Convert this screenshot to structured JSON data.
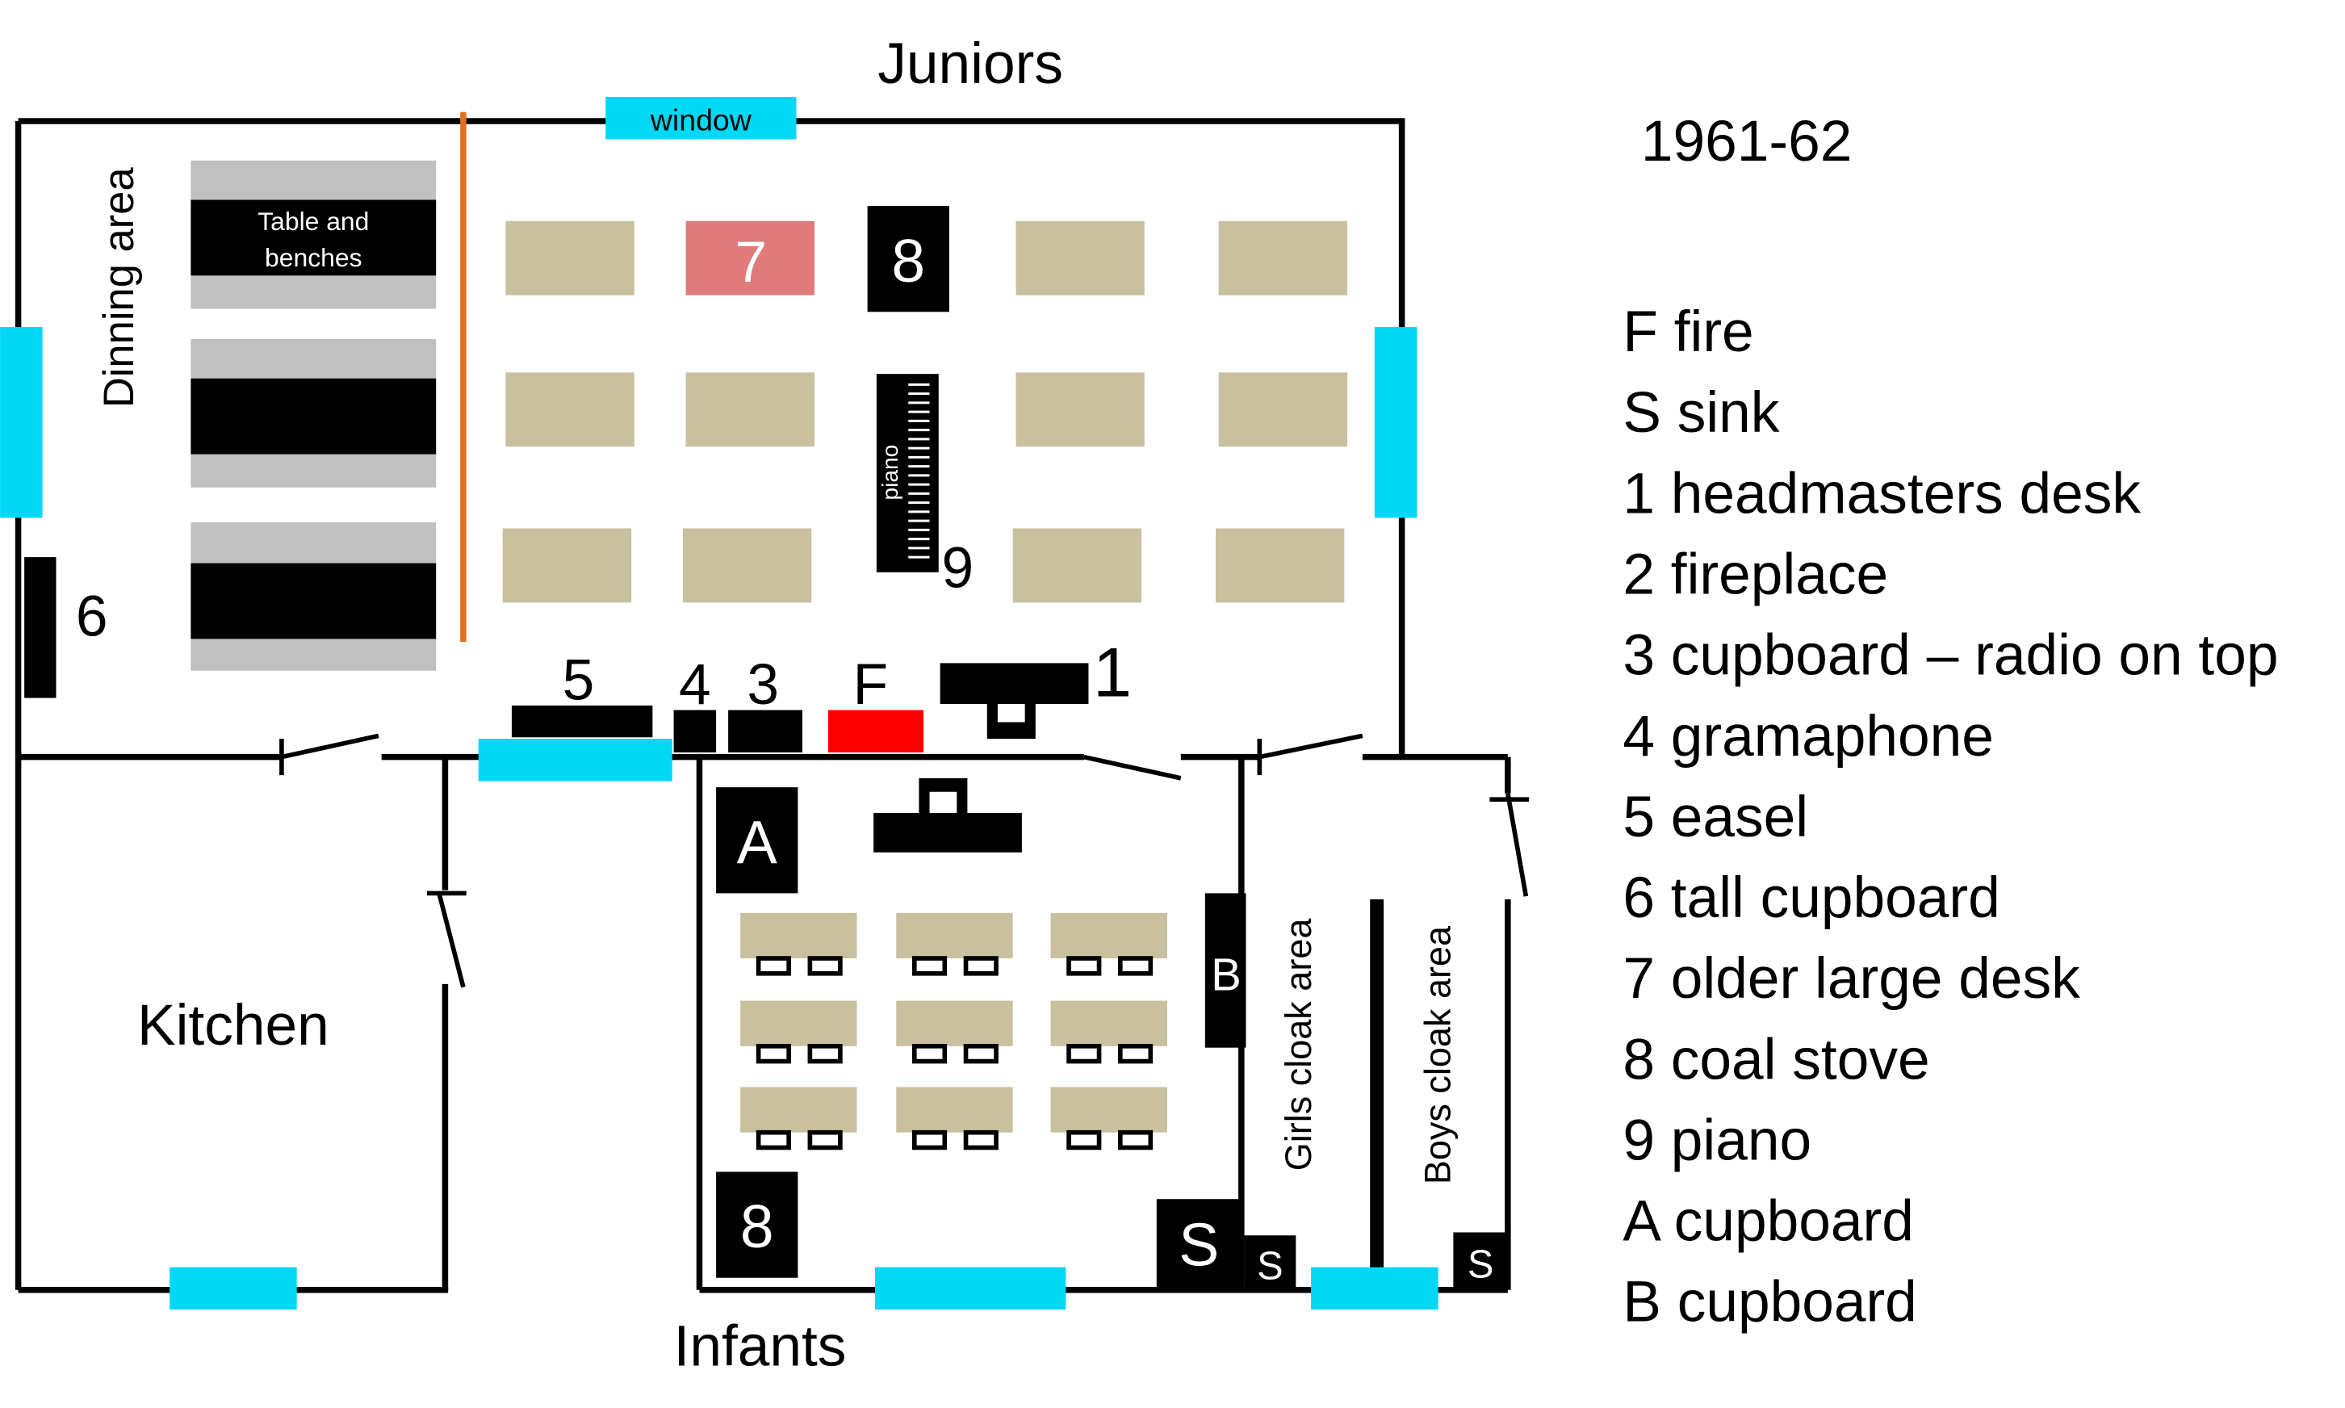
{
  "labels": {
    "juniors": "Juniors",
    "infants": "Infants",
    "kitchen": "Kitchen",
    "dining": "Dinning area",
    "window": "window",
    "table_line1": "Table and",
    "table_line2": "benches",
    "piano": "piano",
    "girls_cloak": "Girls cloak area",
    "boys_cloak": "Boys cloak area",
    "year": "1961-62"
  },
  "markers": {
    "m1": "1",
    "m3": "3",
    "m4": "4",
    "m5": "5",
    "m6": "6",
    "m7": "7",
    "m8_top": "8",
    "m8_bottom": "8",
    "m9": "9",
    "mF": "F",
    "mA": "A",
    "mB": "B",
    "mS_big": "S",
    "mS_small1": "S",
    "mS_small2": "S"
  },
  "legend": [
    "F fire",
    "S sink",
    "1 headmasters desk",
    "2 fireplace",
    "3 cupboard – radio on top",
    "4 gramaphone",
    "5 easel",
    "6 tall cupboard",
    "7 older large desk",
    "8 coal stove",
    "9 piano",
    "A cupboard",
    "B cupboard"
  ],
  "colors": {
    "window": "#00d8f5",
    "desk": "#c8c09e",
    "older_desk": "#e07b7b",
    "fire": "#ff0000",
    "divider": "#e07020",
    "bench": "#c0c0c0",
    "furniture": "#000000"
  }
}
